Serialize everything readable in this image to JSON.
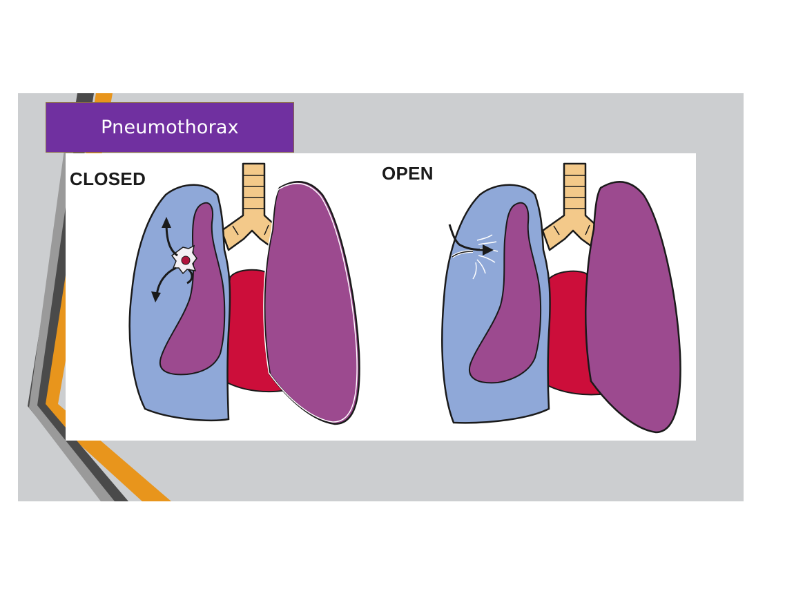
{
  "slide": {
    "title": "Pneumothorax",
    "colors": {
      "title_bg": "#7030a0",
      "slide_bg": "#ccced0",
      "accent_orange": "#e8951c",
      "accent_dark": "#4a4a4a"
    }
  },
  "diagram": {
    "panels": [
      {
        "label": "CLOSED"
      },
      {
        "label": "OPEN"
      }
    ],
    "colors": {
      "air_space": "#8fa8d8",
      "lung": "#9c4a8f",
      "heart": "#cc0e3a",
      "trachea": "#f3c98a",
      "outline": "#1a1a1a"
    }
  }
}
